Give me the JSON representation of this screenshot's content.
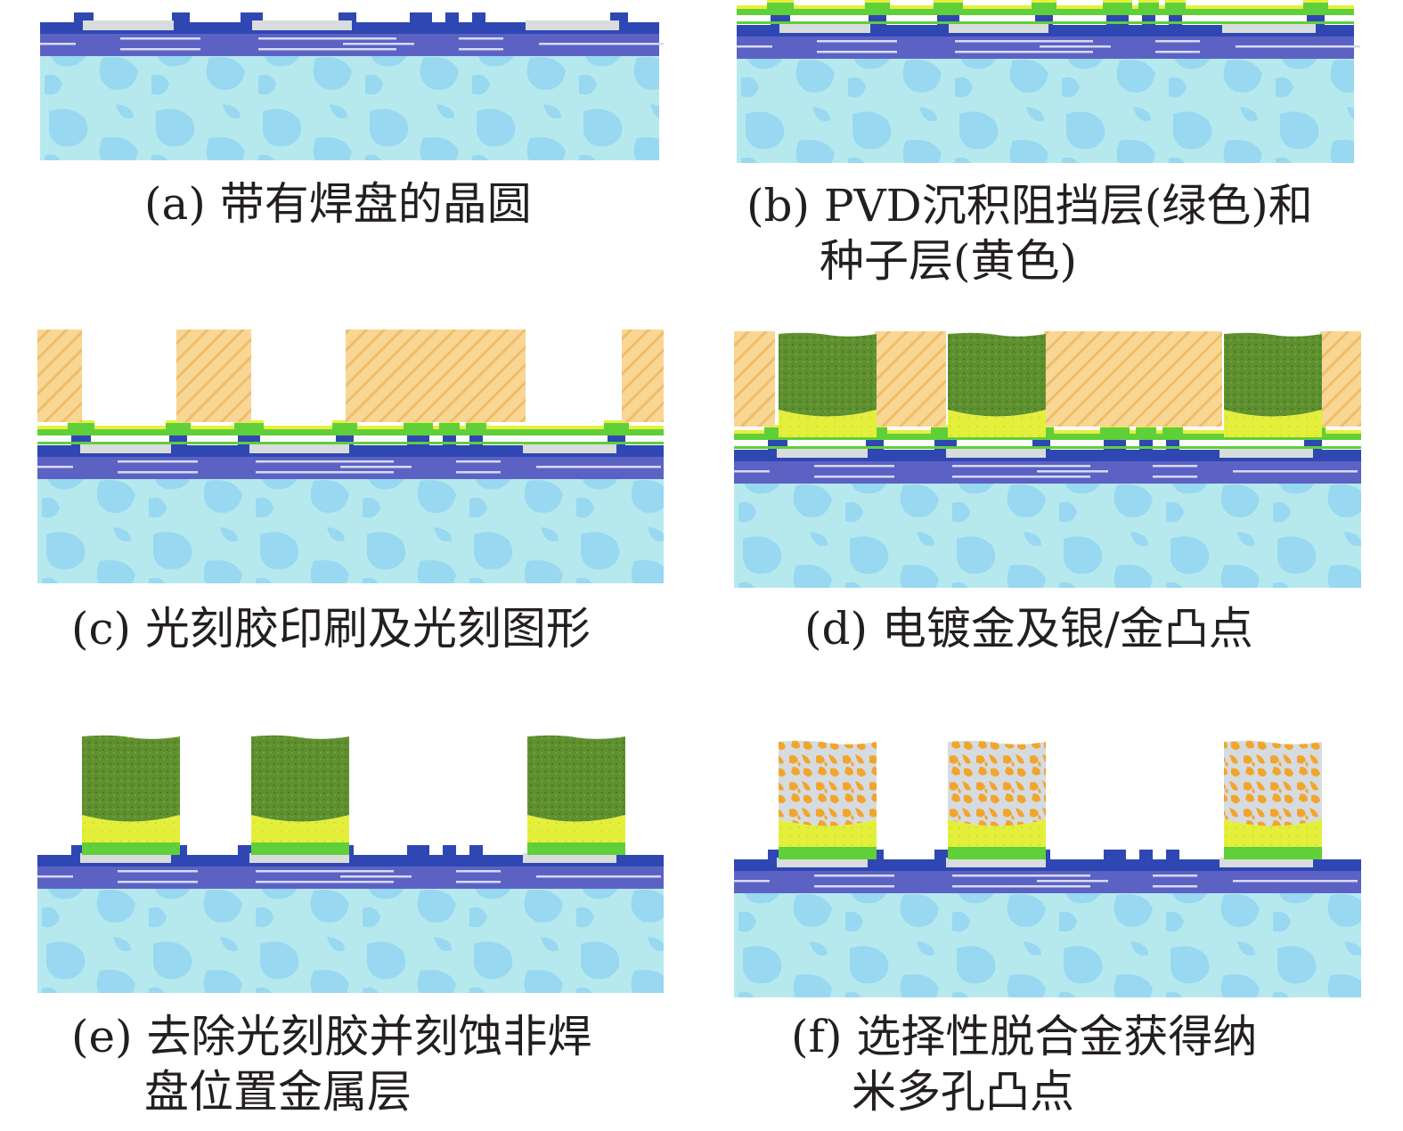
{
  "panels": [
    {
      "id": "a",
      "caption": [
        "(a) 带有焊盘的晶圆"
      ]
    },
    {
      "id": "b",
      "caption": [
        "(b) PVD沉积阻挡层(绿色)和",
        "种子层(黄色)"
      ]
    },
    {
      "id": "c",
      "caption": [
        "(c) 光刻胶印刷及光刻图形"
      ]
    },
    {
      "id": "d",
      "caption": [
        "(d) 电镀金及银/金凸点"
      ]
    },
    {
      "id": "e",
      "caption": [
        "(e) 去除光刻胶并刻蚀非焊",
        "盘位置金属层"
      ]
    },
    {
      "id": "f",
      "caption": [
        "(f) 选择性脱合金获得纳",
        "米多孔凸点"
      ]
    }
  ],
  "colors": {
    "substrate": "#b6e9ee",
    "substrate_blob": "#96d6ef",
    "interconnect": "#5c62c4",
    "passivation": "#2f47b3",
    "pad": "#d8dcdc",
    "barrier": "#5fcf3a",
    "seed": "#e6f03a",
    "resist": "#f7d48e",
    "gold": "#5d8e2e",
    "porous": "#f2a52c"
  }
}
